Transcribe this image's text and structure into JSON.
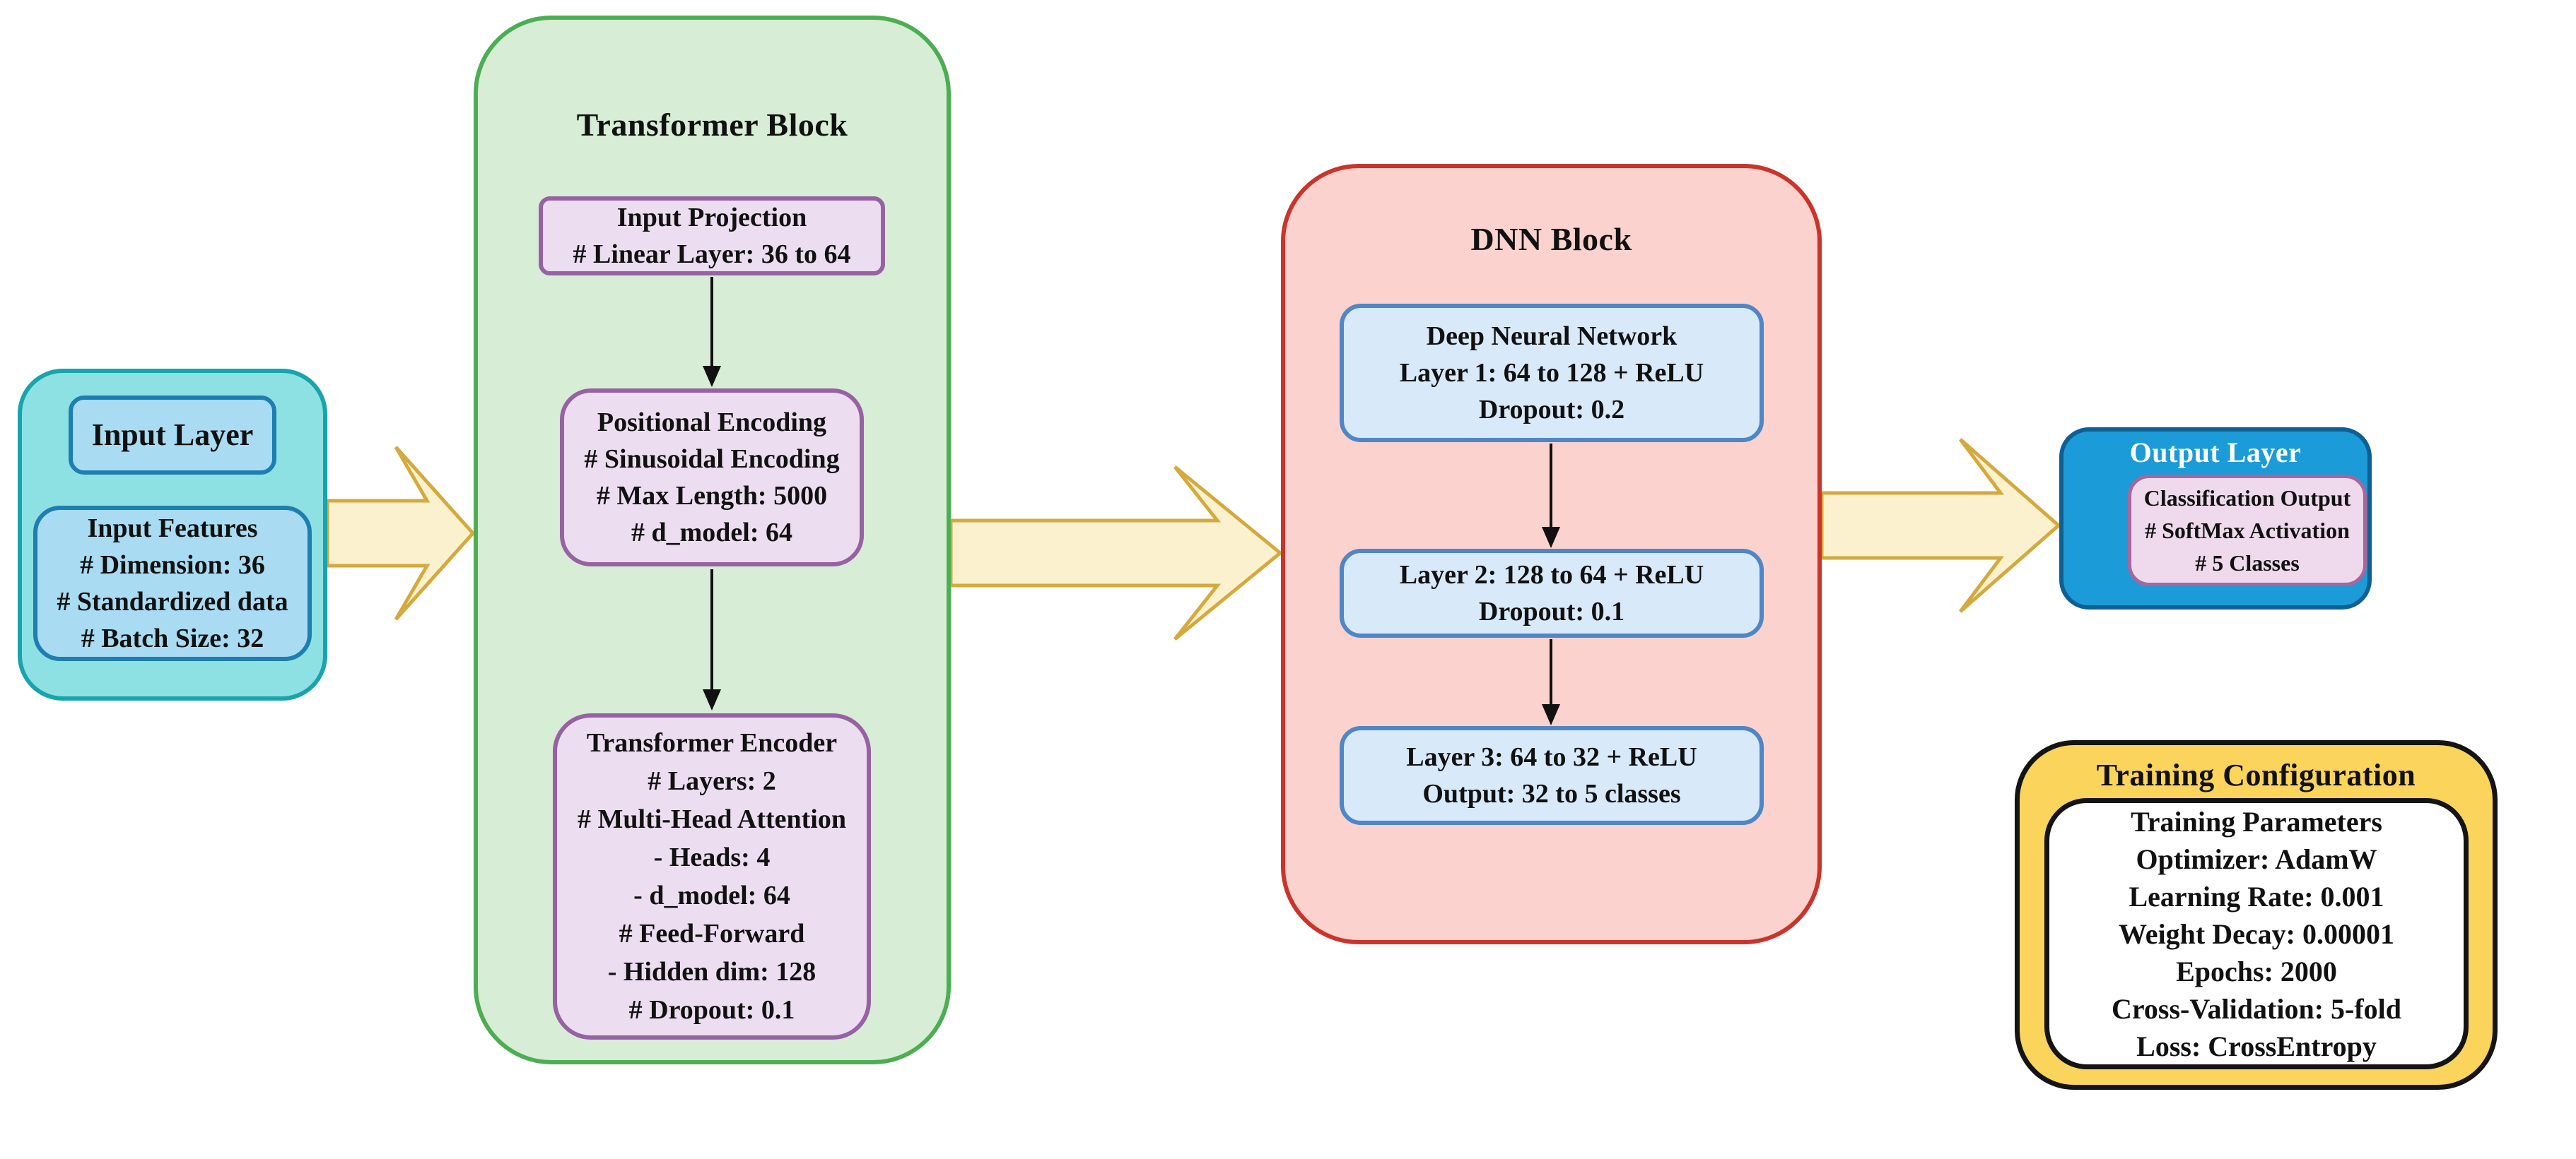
{
  "diagram": {
    "input_block": {
      "title": "Input Layer",
      "features": {
        "lines": [
          "Input Features",
          "# Dimension: 36",
          "# Standardized data",
          "# Batch Size: 32"
        ]
      }
    },
    "transformer_block": {
      "title": "Transformer Block",
      "boxes": [
        {
          "lines": [
            "Input Projection",
            "# Linear Layer: 36 to 64"
          ]
        },
        {
          "lines": [
            "Positional Encoding",
            "# Sinusoidal Encoding",
            "# Max Length: 5000",
            "# d_model: 64"
          ]
        },
        {
          "lines": [
            "Transformer Encoder",
            "# Layers: 2",
            "# Multi-Head Attention",
            "- Heads: 4",
            "- d_model: 64",
            "# Feed-Forward",
            "- Hidden dim: 128",
            "# Dropout: 0.1"
          ]
        }
      ]
    },
    "dnn_block": {
      "title": "DNN Block",
      "boxes": [
        {
          "lines": [
            "Deep Neural Network",
            "Layer 1: 64 to 128 + ReLU",
            "Dropout: 0.2"
          ]
        },
        {
          "lines": [
            "Layer 2: 128 to 64 + ReLU",
            "Dropout: 0.1"
          ]
        },
        {
          "lines": [
            "Layer 3: 64 to 32 + ReLU",
            "Output: 32 to 5 classes"
          ]
        }
      ]
    },
    "output_block": {
      "title": "Output Layer",
      "inner": {
        "lines": [
          "Classification Output",
          "# SoftMax Activation",
          "# 5 Classes"
        ]
      }
    },
    "training_block": {
      "title": "Training Configuration",
      "inner": {
        "lines": [
          "Training Parameters",
          "Optimizer: AdamW",
          "Learning Rate: 0.001",
          "Weight Decay: 0.00001",
          "Epochs: 2000",
          "Cross-Validation: 5-fold",
          "Loss: CrossEntropy"
        ]
      }
    },
    "colors": {
      "input_fill": "#8EE1E2",
      "input_border": "#17A4AC",
      "input_inner_fill": "#A9DCF2",
      "input_inner_border": "#1D7EB2",
      "transformer_fill": "#D7EDD5",
      "transformer_border": "#4CAE52",
      "purple_fill": "#ECDEF0",
      "purple_border": "#9662A4",
      "dnn_fill": "#FBD2CD",
      "dnn_border": "#CA342B",
      "dnn_inner_fill": "#D8E9FA",
      "dnn_inner_border": "#4F86C6",
      "output_fill": "#1B9BD8",
      "output_border": "#0F5F93",
      "output_inner_fill": "#EEDAEC",
      "output_inner_border": "#A8669C",
      "training_fill": "#FBD45C",
      "training_border": "#141414",
      "arrow_fill": "#FBF1CE",
      "arrow_border": "#D4A93D",
      "text": "#111111"
    }
  }
}
